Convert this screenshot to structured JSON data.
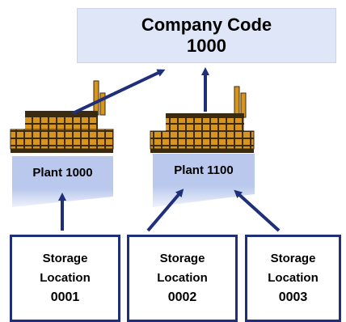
{
  "company": {
    "label": "Company Code",
    "code": "1000"
  },
  "plants": [
    {
      "label": "Plant 1000"
    },
    {
      "label": "Plant 1100"
    }
  ],
  "storage_locations": [
    {
      "line1": "Storage",
      "line2": "Location",
      "code": "0001"
    },
    {
      "line1": "Storage",
      "line2": "Location",
      "code": "0002"
    },
    {
      "line1": "Storage",
      "line2": "Location",
      "code": "0003"
    }
  ],
  "colors": {
    "company_fill": "#dfe6f7",
    "plant_fill": "#b9c8ec",
    "arrow": "#1f2f7a",
    "box_border": "#1f2f7a",
    "factory_brick": "#d7951d",
    "factory_dark": "#3a2a10"
  },
  "icons": [
    "factory-icon"
  ]
}
